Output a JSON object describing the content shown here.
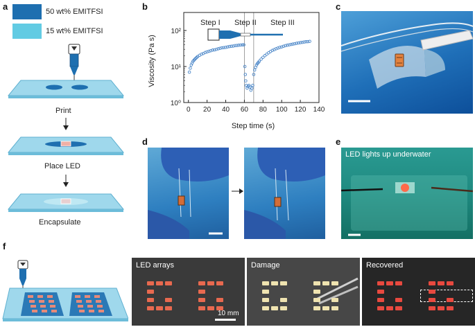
{
  "panel_a": {
    "letter": "a",
    "legend": [
      {
        "label": "50 wt% EMITFSI",
        "color": "#1e6fb0"
      },
      {
        "label": "15 wt% EMITFSI",
        "color": "#62cbe3"
      }
    ],
    "steps": [
      "Print",
      "Place LED",
      "Encapsulate"
    ]
  },
  "panel_b": {
    "letter": "b",
    "steps": [
      "Step I",
      "Step II",
      "Step III"
    ]
  },
  "chart_data": {
    "type": "scatter",
    "xlabel": "Step time (s)",
    "ylabel": "Viscosity (Pa s)",
    "xlim": [
      -5,
      140
    ],
    "ylim_log10": [
      0,
      2.5
    ],
    "log_y": true,
    "x_ticks": [
      "0",
      "20",
      "40",
      "60",
      "80",
      "100",
      "120",
      "140"
    ],
    "y_ticks": [
      "10⁰",
      "10¹",
      "10²"
    ],
    "step_boundaries": [
      60,
      70
    ],
    "series": [
      {
        "color": "#4a86c8",
        "points": [
          [
            1,
            7
          ],
          [
            2,
            9
          ],
          [
            3,
            11
          ],
          [
            4,
            12.5
          ],
          [
            5,
            14
          ],
          [
            6,
            15
          ],
          [
            7,
            16
          ],
          [
            8,
            17
          ],
          [
            9,
            18
          ],
          [
            10,
            19
          ],
          [
            12,
            20.5
          ],
          [
            14,
            22
          ],
          [
            16,
            23
          ],
          [
            18,
            24.5
          ],
          [
            20,
            25.5
          ],
          [
            22,
            26.5
          ],
          [
            24,
            27.5
          ],
          [
            26,
            28.5
          ],
          [
            28,
            29
          ],
          [
            30,
            30
          ],
          [
            32,
            31
          ],
          [
            34,
            32
          ],
          [
            36,
            33
          ],
          [
            38,
            33.5
          ],
          [
            40,
            34
          ],
          [
            42,
            35
          ],
          [
            44,
            36
          ],
          [
            46,
            36.5
          ],
          [
            48,
            37
          ],
          [
            50,
            38
          ],
          [
            52,
            38.5
          ],
          [
            54,
            39
          ],
          [
            56,
            39.5
          ],
          [
            58,
            40
          ],
          [
            59.5,
            40
          ],
          [
            60.5,
            10
          ],
          [
            61,
            6
          ],
          [
            61.5,
            4
          ],
          [
            62,
            3
          ],
          [
            63,
            2.5
          ],
          [
            64,
            2.8
          ],
          [
            65,
            3
          ],
          [
            66,
            2.7
          ],
          [
            67,
            2.2
          ],
          [
            68,
            2.5
          ],
          [
            69,
            3
          ],
          [
            70,
            6
          ],
          [
            71,
            8
          ],
          [
            72,
            9.5
          ],
          [
            73,
            11
          ],
          [
            74,
            12
          ],
          [
            75,
            13
          ],
          [
            76,
            14
          ],
          [
            78,
            16
          ],
          [
            80,
            18
          ],
          [
            82,
            20
          ],
          [
            84,
            22
          ],
          [
            86,
            24
          ],
          [
            88,
            26
          ],
          [
            90,
            28
          ],
          [
            92,
            29.5
          ],
          [
            94,
            31
          ],
          [
            96,
            32.5
          ],
          [
            98,
            34
          ],
          [
            100,
            35
          ],
          [
            102,
            36.5
          ],
          [
            104,
            38
          ],
          [
            106,
            39
          ],
          [
            108,
            40
          ],
          [
            110,
            41
          ],
          [
            112,
            42
          ],
          [
            114,
            43
          ],
          [
            116,
            44
          ],
          [
            118,
            45
          ],
          [
            120,
            46
          ],
          [
            122,
            47
          ],
          [
            124,
            48
          ],
          [
            126,
            48.5
          ],
          [
            128,
            49
          ],
          [
            130,
            50
          ]
        ]
      }
    ]
  },
  "panel_c": {
    "letter": "c"
  },
  "panel_d": {
    "letter": "d"
  },
  "panel_e": {
    "letter": "e",
    "caption": "LED lights up underwater"
  },
  "panel_f": {
    "letter": "f",
    "photos": [
      {
        "label": "LED arrays",
        "led_color": "#e8694f"
      },
      {
        "label": "Damage",
        "led_color": "#efe3b0"
      },
      {
        "label": "Recovered",
        "led_color": "#e8493f"
      }
    ],
    "scale_bar": "10 mm"
  },
  "colors": {
    "ink_dark": "#1e6fb0",
    "ink_light": "#62cbe3",
    "substrate": "#9fd8ec",
    "led": "#e58a7a"
  }
}
